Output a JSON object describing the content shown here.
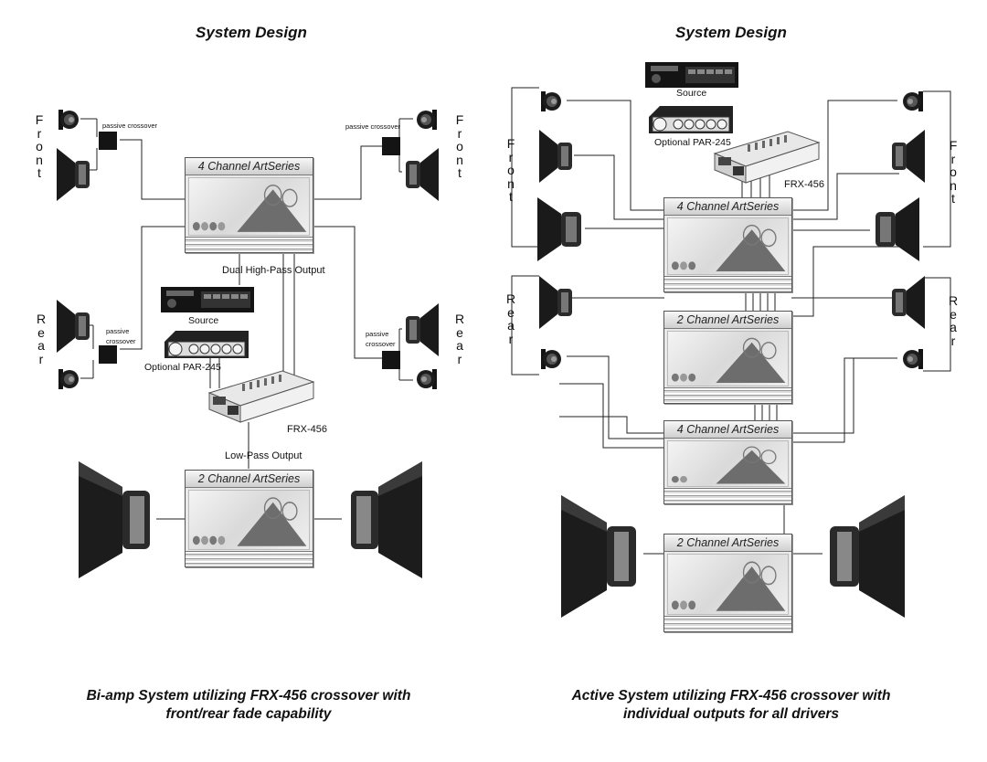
{
  "left": {
    "title": "System Design",
    "caption_line1": "Bi-amp System utilizing FRX-456 crossover with",
    "caption_line2": "front/rear fade capability",
    "amp_top_label": "4 Channel ArtSeries",
    "amp_bottom_label": "2 Channel ArtSeries",
    "passive_crossover": "passive crossover",
    "passive": "passive",
    "crossover": "crossover",
    "high_pass": "Dual High-Pass Output",
    "low_pass": "Low-Pass Output",
    "source": "Source",
    "par": "Optional PAR-245",
    "frx": "FRX-456",
    "front_letters": [
      "F",
      "r",
      "o",
      "n",
      "t"
    ],
    "rear_letters": [
      "R",
      "e",
      "a",
      "r"
    ]
  },
  "right": {
    "title": "System Design",
    "caption_line1": "Active System utilizing FRX-456 crossover with",
    "caption_line2": "individual outputs for all drivers",
    "amp1": "4 Channel ArtSeries",
    "amp2": "2 Channel ArtSeries",
    "amp3": "4 Channel ArtSeries",
    "amp4": "2 Channel ArtSeries",
    "source": "Source",
    "par": "Optional PAR-245",
    "frx": "FRX-456",
    "front_letters": [
      "F",
      "r",
      "o",
      "n",
      "t"
    ],
    "rear_letters": [
      "R",
      "e",
      "a",
      "r"
    ]
  },
  "colors": {
    "ink": "#141414",
    "wire": "#222222",
    "amp_face": "#e9e9e9"
  }
}
